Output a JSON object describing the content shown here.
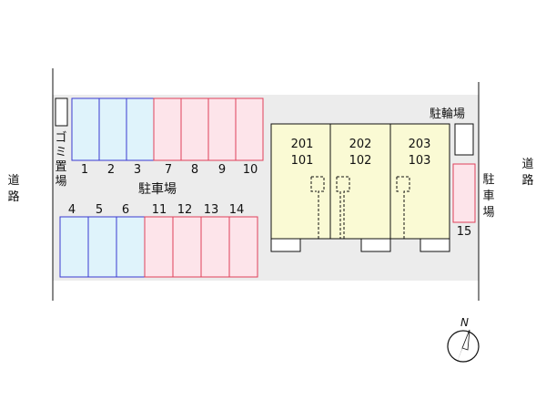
{
  "road_left": [
    "道",
    "路"
  ],
  "road_right": [
    "道",
    "路"
  ],
  "garbage_label": [
    "ゴ",
    "ミ",
    "置",
    "場"
  ],
  "parking_label": "駐車場",
  "bicycle_parking_label": "駐輪場",
  "side_parking_label": [
    "駐",
    "車",
    "場"
  ],
  "spaces_top": [
    "1",
    "2",
    "3",
    "7",
    "8",
    "9",
    "10"
  ],
  "spaces_bottom": [
    "4",
    "5",
    "6",
    "11",
    "12",
    "13",
    "14"
  ],
  "space_side": "15",
  "units": [
    {
      "upper": "201",
      "lower": "101"
    },
    {
      "upper": "202",
      "lower": "102"
    },
    {
      "upper": "203",
      "lower": "103"
    }
  ],
  "north_label": "N",
  "colors": {
    "space_blue_fill": "#dff3fb",
    "space_blue_stroke": "#3a3ad0",
    "space_pink_fill": "#fde4ea",
    "space_pink_stroke": "#e0405a",
    "building_fill": "#fafad4",
    "lot_fill": "#ececec"
  },
  "icons": {
    "compass": "north-arrow-icon"
  }
}
